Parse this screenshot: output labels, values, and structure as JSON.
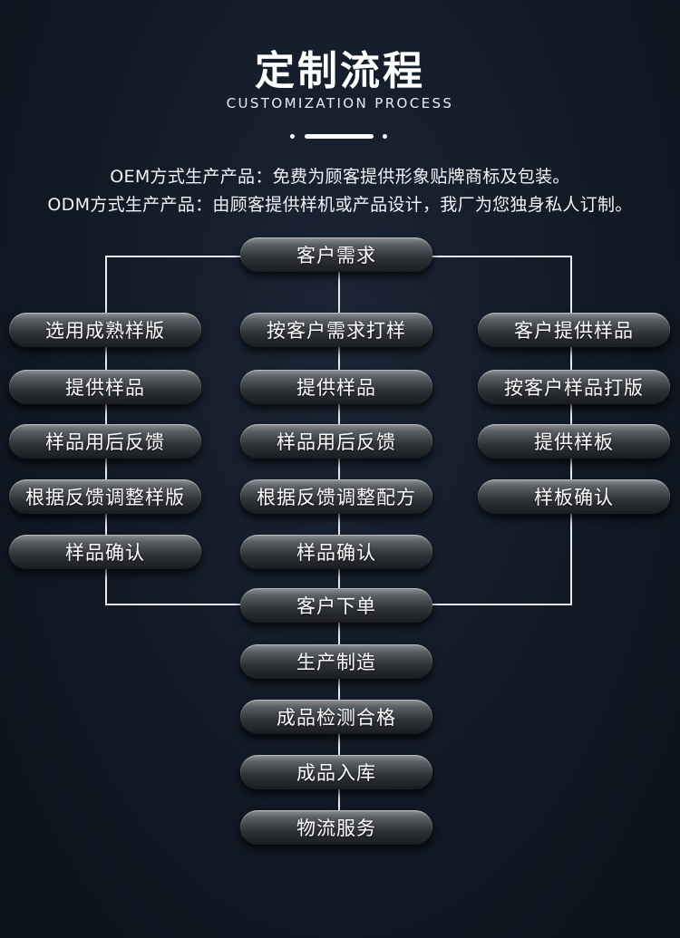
{
  "header": {
    "title": "定制流程",
    "subtitle": "CUSTOMIZATION PROCESS"
  },
  "intro": {
    "oem": "OEM方式生产产品：免费为顾客提供形象贴牌商标及包装。",
    "odm": "ODM方式生产产品：由顾客提供样机或产品设计，我厂为您独身私人订制。"
  },
  "flow": {
    "start": "客户需求",
    "left": [
      "选用成熟样版",
      "提供样品",
      "样品用后反馈",
      "根据反馈调整样版",
      "样品确认"
    ],
    "center": [
      "按客户需求打样",
      "提供样品",
      "样品用后反馈",
      "根据反馈调整配方",
      "样品确认"
    ],
    "right": [
      "客户提供样品",
      "按客户样品打版",
      "提供样板",
      "样板确认"
    ],
    "order": "客户下单",
    "final": [
      "生产制造",
      "成品检测合格",
      "成品入库",
      "物流服务"
    ]
  },
  "colors": {
    "background": "#121925",
    "line": "#e6e9ee",
    "node_top": "#8d9094",
    "node_bottom": "#1a1c20",
    "text": "#ffffff"
  }
}
